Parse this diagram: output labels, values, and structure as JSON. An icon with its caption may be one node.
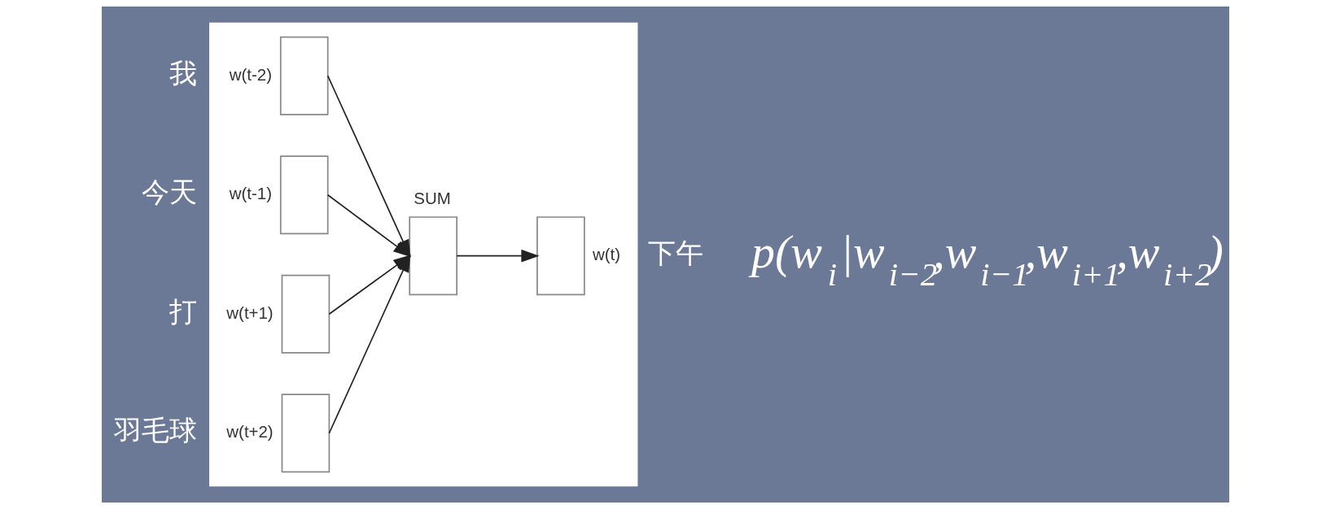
{
  "diagram": {
    "nodes": [
      {
        "text": [],
        "shape": "box"
      },
      {
        "text": [
          "w(t-2)"
        ],
        "beside": [
          "我"
        ],
        "in": 0
      },
      {
        "text": [
          "w(t-1)"
        ],
        "beside": [
          "今天"
        ],
        "in": 0
      },
      {
        "text": [
          "w(t+1)"
        ],
        "beside": [
          "打"
        ],
        "in": 0
      },
      {
        "text": [
          "w(t+2)"
        ],
        "beside": [
          "羽毛球"
        ],
        "in": 0
      },
      {
        "text": [
          "SUM"
        ],
        "in": 0
      },
      {
        "text": [
          "w(t)"
        ],
        "beside": [
          "下午"
        ],
        "in": 0
      }
    ],
    "edges": [
      {
        "from": 1,
        "to": 5,
        "arrow": "to"
      },
      {
        "from": 2,
        "to": 5,
        "arrow": "to"
      },
      {
        "from": 3,
        "to": 5,
        "arrow": "to"
      },
      {
        "from": 4,
        "to": 5,
        "arrow": "to"
      },
      {
        "from": 5,
        "to": 6,
        "arrow": "to"
      }
    ],
    "labels": [
      "p(w$_{i}$|w$_{i−2}$,w$_{i−1}$,w$_{i+1}$,w$_{i+2}$)"
    ]
  }
}
